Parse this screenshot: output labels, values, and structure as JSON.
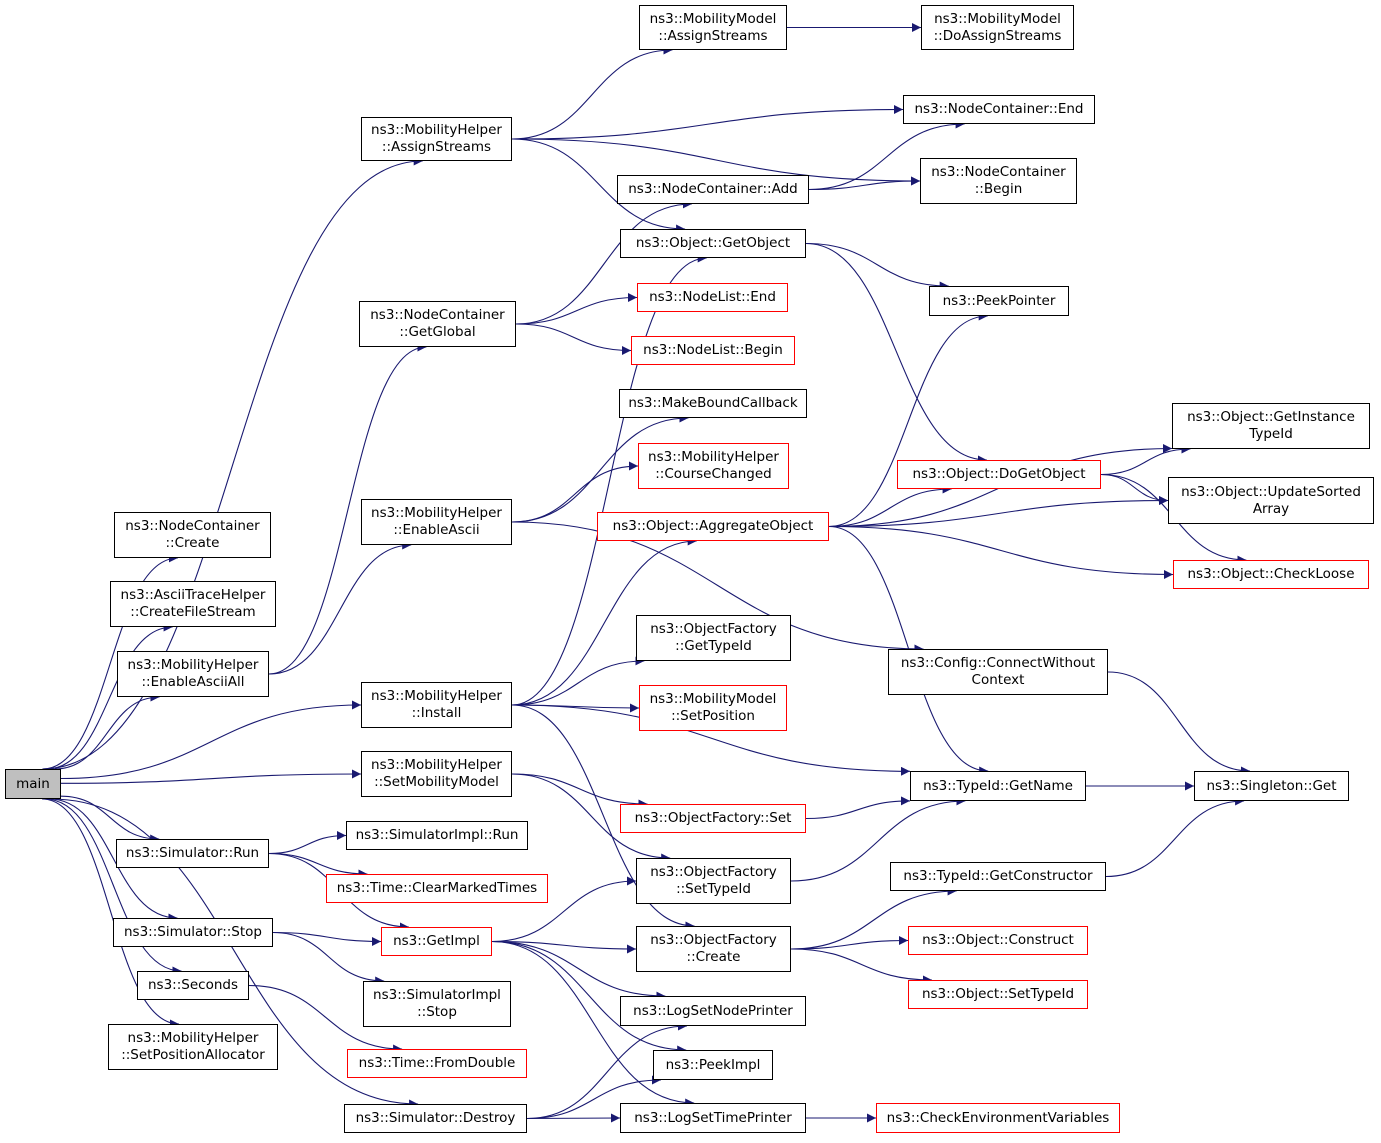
{
  "colors": {
    "edge": "#191970",
    "node_border": "#000000",
    "truncated_border": "#ff0000",
    "root_fill": "#bfbfbf"
  },
  "nodes": [
    {
      "id": "main",
      "label": "main",
      "style": "root"
    },
    {
      "id": "mh_assign",
      "label": "ns3::MobilityHelper\n::AssignStreams",
      "style": "normal"
    },
    {
      "id": "mm_assign",
      "label": "ns3::MobilityModel\n::AssignStreams",
      "style": "normal"
    },
    {
      "id": "mm_doassign",
      "label": "ns3::MobilityModel\n::DoAssignStreams",
      "style": "normal"
    },
    {
      "id": "nc_end",
      "label": "ns3::NodeContainer::End",
      "style": "normal"
    },
    {
      "id": "nc_begin",
      "label": "ns3::NodeContainer\n::Begin",
      "style": "normal"
    },
    {
      "id": "nc_add",
      "label": "ns3::NodeContainer::Add",
      "style": "normal"
    },
    {
      "id": "obj_getobject",
      "label": "ns3::Object::GetObject",
      "style": "normal"
    },
    {
      "id": "peekpointer",
      "label": "ns3::PeekPointer",
      "style": "normal"
    },
    {
      "id": "nc_getglobal",
      "label": "ns3::NodeContainer\n::GetGlobal",
      "style": "normal"
    },
    {
      "id": "nl_end",
      "label": "ns3::NodeList::End",
      "style": "truncated"
    },
    {
      "id": "nl_begin",
      "label": "ns3::NodeList::Begin",
      "style": "truncated"
    },
    {
      "id": "makeboundcb",
      "label": "ns3::MakeBoundCallback",
      "style": "normal"
    },
    {
      "id": "mh_coursechanged",
      "label": "ns3::MobilityHelper\n::CourseChanged",
      "style": "truncated"
    },
    {
      "id": "mh_enableascii",
      "label": "ns3::MobilityHelper\n::EnableAscii",
      "style": "normal"
    },
    {
      "id": "obj_getinstancetypeid",
      "label": "ns3::Object::GetInstance\nTypeId",
      "style": "normal"
    },
    {
      "id": "obj_dogetobject",
      "label": "ns3::Object::DoGetObject",
      "style": "truncated"
    },
    {
      "id": "obj_updatesorted",
      "label": "ns3::Object::UpdateSorted\nArray",
      "style": "normal"
    },
    {
      "id": "obj_aggregate",
      "label": "ns3::Object::AggregateObject",
      "style": "truncated"
    },
    {
      "id": "obj_checkloose",
      "label": "ns3::Object::CheckLoose",
      "style": "truncated"
    },
    {
      "id": "nc_create",
      "label": "ns3::NodeContainer\n::Create",
      "style": "normal"
    },
    {
      "id": "ath_createfilestream",
      "label": "ns3::AsciiTraceHelper\n::CreateFileStream",
      "style": "normal"
    },
    {
      "id": "mh_enableasciiall",
      "label": "ns3::MobilityHelper\n::EnableAsciiAll",
      "style": "normal"
    },
    {
      "id": "of_gettypeid",
      "label": "ns3::ObjectFactory\n::GetTypeId",
      "style": "normal"
    },
    {
      "id": "cfg_connectwithoutcontext",
      "label": "ns3::Config::ConnectWithout\nContext",
      "style": "normal"
    },
    {
      "id": "mh_install",
      "label": "ns3::MobilityHelper\n::Install",
      "style": "normal"
    },
    {
      "id": "mm_setposition",
      "label": "ns3::MobilityModel\n::SetPosition",
      "style": "truncated"
    },
    {
      "id": "mh_setmobilitymodel",
      "label": "ns3::MobilityHelper\n::SetMobilityModel",
      "style": "normal"
    },
    {
      "id": "typeid_getname",
      "label": "ns3::TypeId::GetName",
      "style": "normal"
    },
    {
      "id": "singleton_get",
      "label": "ns3::Singleton::Get",
      "style": "normal"
    },
    {
      "id": "of_set",
      "label": "ns3::ObjectFactory::Set",
      "style": "truncated"
    },
    {
      "id": "sim_run",
      "label": "ns3::Simulator::Run",
      "style": "normal"
    },
    {
      "id": "simimpl_run",
      "label": "ns3::SimulatorImpl::Run",
      "style": "normal"
    },
    {
      "id": "time_clearmarked",
      "label": "ns3::Time::ClearMarkedTimes",
      "style": "truncated"
    },
    {
      "id": "of_settypeid",
      "label": "ns3::ObjectFactory\n::SetTypeId",
      "style": "normal"
    },
    {
      "id": "typeid_getconstructor",
      "label": "ns3::TypeId::GetConstructor",
      "style": "normal"
    },
    {
      "id": "sim_stop",
      "label": "ns3::Simulator::Stop",
      "style": "normal"
    },
    {
      "id": "getimpl",
      "label": "ns3::GetImpl",
      "style": "truncated"
    },
    {
      "id": "of_create",
      "label": "ns3::ObjectFactory\n::Create",
      "style": "normal"
    },
    {
      "id": "obj_construct",
      "label": "ns3::Object::Construct",
      "style": "truncated"
    },
    {
      "id": "seconds",
      "label": "ns3::Seconds",
      "style": "normal"
    },
    {
      "id": "simimpl_stop",
      "label": "ns3::SimulatorImpl\n::Stop",
      "style": "normal"
    },
    {
      "id": "obj_settypeid",
      "label": "ns3::Object::SetTypeId",
      "style": "truncated"
    },
    {
      "id": "logsetnodeprinter",
      "label": "ns3::LogSetNodePrinter",
      "style": "normal"
    },
    {
      "id": "mh_setpositionallocator",
      "label": "ns3::MobilityHelper\n::SetPositionAllocator",
      "style": "normal"
    },
    {
      "id": "time_fromdouble",
      "label": "ns3::Time::FromDouble",
      "style": "truncated"
    },
    {
      "id": "peekimpl",
      "label": "ns3::PeekImpl",
      "style": "normal"
    },
    {
      "id": "sim_destroy",
      "label": "ns3::Simulator::Destroy",
      "style": "normal"
    },
    {
      "id": "logsettimeprinter",
      "label": "ns3::LogSetTimePrinter",
      "style": "normal"
    },
    {
      "id": "checkenvvars",
      "label": "ns3::CheckEnvironmentVariables",
      "style": "truncated"
    }
  ],
  "edges": [
    [
      "main",
      "mh_assign"
    ],
    [
      "main",
      "nc_create"
    ],
    [
      "main",
      "ath_createfilestream"
    ],
    [
      "main",
      "mh_enableasciiall"
    ],
    [
      "main",
      "mh_install"
    ],
    [
      "main",
      "mh_setmobilitymodel"
    ],
    [
      "main",
      "sim_run"
    ],
    [
      "main",
      "sim_stop"
    ],
    [
      "main",
      "seconds"
    ],
    [
      "main",
      "mh_setpositionallocator"
    ],
    [
      "main",
      "sim_destroy"
    ],
    [
      "mh_assign",
      "mm_assign"
    ],
    [
      "mh_assign",
      "nc_end"
    ],
    [
      "mh_assign",
      "nc_begin"
    ],
    [
      "mh_assign",
      "obj_getobject"
    ],
    [
      "mm_assign",
      "mm_doassign"
    ],
    [
      "nc_add",
      "nc_end"
    ],
    [
      "nc_add",
      "nc_begin"
    ],
    [
      "obj_getobject",
      "peekpointer"
    ],
    [
      "obj_getobject",
      "obj_dogetobject"
    ],
    [
      "nc_getglobal",
      "nc_add"
    ],
    [
      "nc_getglobal",
      "nl_end"
    ],
    [
      "nc_getglobal",
      "nl_begin"
    ],
    [
      "mh_enableascii",
      "makeboundcb"
    ],
    [
      "mh_enableascii",
      "mh_coursechanged"
    ],
    [
      "mh_enableascii",
      "cfg_connectwithoutcontext"
    ],
    [
      "mh_enableasciiall",
      "nc_getglobal"
    ],
    [
      "mh_enableasciiall",
      "mh_enableascii"
    ],
    [
      "obj_aggregate",
      "peekpointer"
    ],
    [
      "obj_aggregate",
      "obj_getinstancetypeid"
    ],
    [
      "obj_aggregate",
      "obj_dogetobject"
    ],
    [
      "obj_aggregate",
      "obj_updatesorted"
    ],
    [
      "obj_aggregate",
      "obj_checkloose"
    ],
    [
      "obj_aggregate",
      "typeid_getname"
    ],
    [
      "obj_dogetobject",
      "obj_getinstancetypeid"
    ],
    [
      "obj_dogetobject",
      "obj_updatesorted"
    ],
    [
      "obj_dogetobject",
      "obj_checkloose"
    ],
    [
      "mh_install",
      "obj_getobject"
    ],
    [
      "mh_install",
      "obj_aggregate"
    ],
    [
      "mh_install",
      "of_gettypeid"
    ],
    [
      "mh_install",
      "mm_setposition"
    ],
    [
      "mh_install",
      "typeid_getname"
    ],
    [
      "mh_install",
      "of_create"
    ],
    [
      "cfg_connectwithoutcontext",
      "singleton_get"
    ],
    [
      "mh_setmobilitymodel",
      "of_set"
    ],
    [
      "mh_setmobilitymodel",
      "of_settypeid"
    ],
    [
      "typeid_getname",
      "singleton_get"
    ],
    [
      "of_set",
      "typeid_getname"
    ],
    [
      "of_settypeid",
      "typeid_getname"
    ],
    [
      "typeid_getconstructor",
      "singleton_get"
    ],
    [
      "sim_run",
      "simimpl_run"
    ],
    [
      "sim_run",
      "time_clearmarked"
    ],
    [
      "sim_run",
      "getimpl"
    ],
    [
      "sim_stop",
      "getimpl"
    ],
    [
      "sim_stop",
      "simimpl_stop"
    ],
    [
      "getimpl",
      "of_settypeid"
    ],
    [
      "getimpl",
      "of_create"
    ],
    [
      "getimpl",
      "logsetnodeprinter"
    ],
    [
      "getimpl",
      "peekimpl"
    ],
    [
      "getimpl",
      "logsettimeprinter"
    ],
    [
      "of_create",
      "typeid_getconstructor"
    ],
    [
      "of_create",
      "obj_construct"
    ],
    [
      "of_create",
      "obj_settypeid"
    ],
    [
      "seconds",
      "time_fromdouble"
    ],
    [
      "sim_destroy",
      "logsetnodeprinter"
    ],
    [
      "sim_destroy",
      "peekimpl"
    ],
    [
      "sim_destroy",
      "logsettimeprinter"
    ],
    [
      "logsettimeprinter",
      "checkenvvars"
    ]
  ]
}
